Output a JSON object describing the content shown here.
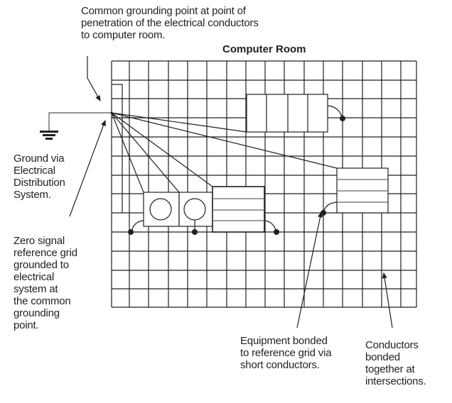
{
  "title": "Computer Room",
  "labels": {
    "common_point": "Common grounding point at point of\npenetration of the electrical conductors\nto computer room.",
    "ground": "Ground via\nElectrical\nDistribution\nSystem.",
    "zero_signal": "Zero signal\nreference grid\ngrounded to\nelectrical\nsystem at\nthe common\ngrounding\npoint.",
    "equipment": "Equipment bonded\nto reference grid via\nshort conductors.",
    "conductors": "Conductors\nbonded\ntogether at\nintersections."
  },
  "colors": {
    "line": "#231f20",
    "background": "#ffffff"
  }
}
